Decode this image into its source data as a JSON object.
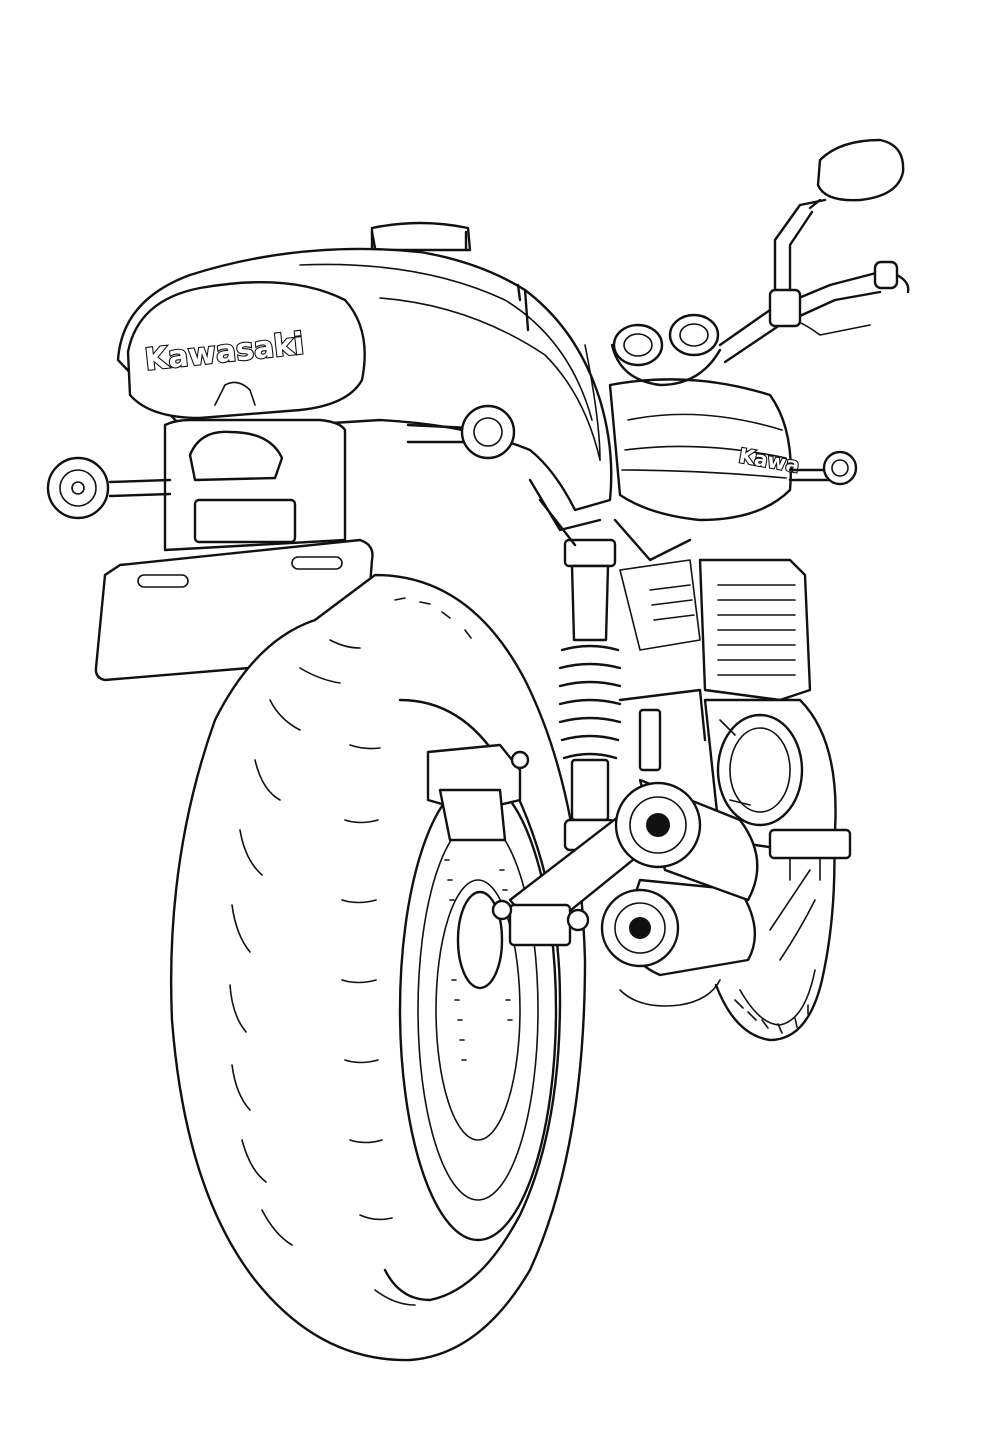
{
  "image": {
    "subject": "motorcycle-rear-view-line-art",
    "colors": {
      "line": "#111111",
      "background": "#ffffff"
    }
  },
  "branding": {
    "tail_logo": "Kawasaki",
    "tank_logo_partial": "Kawa"
  }
}
